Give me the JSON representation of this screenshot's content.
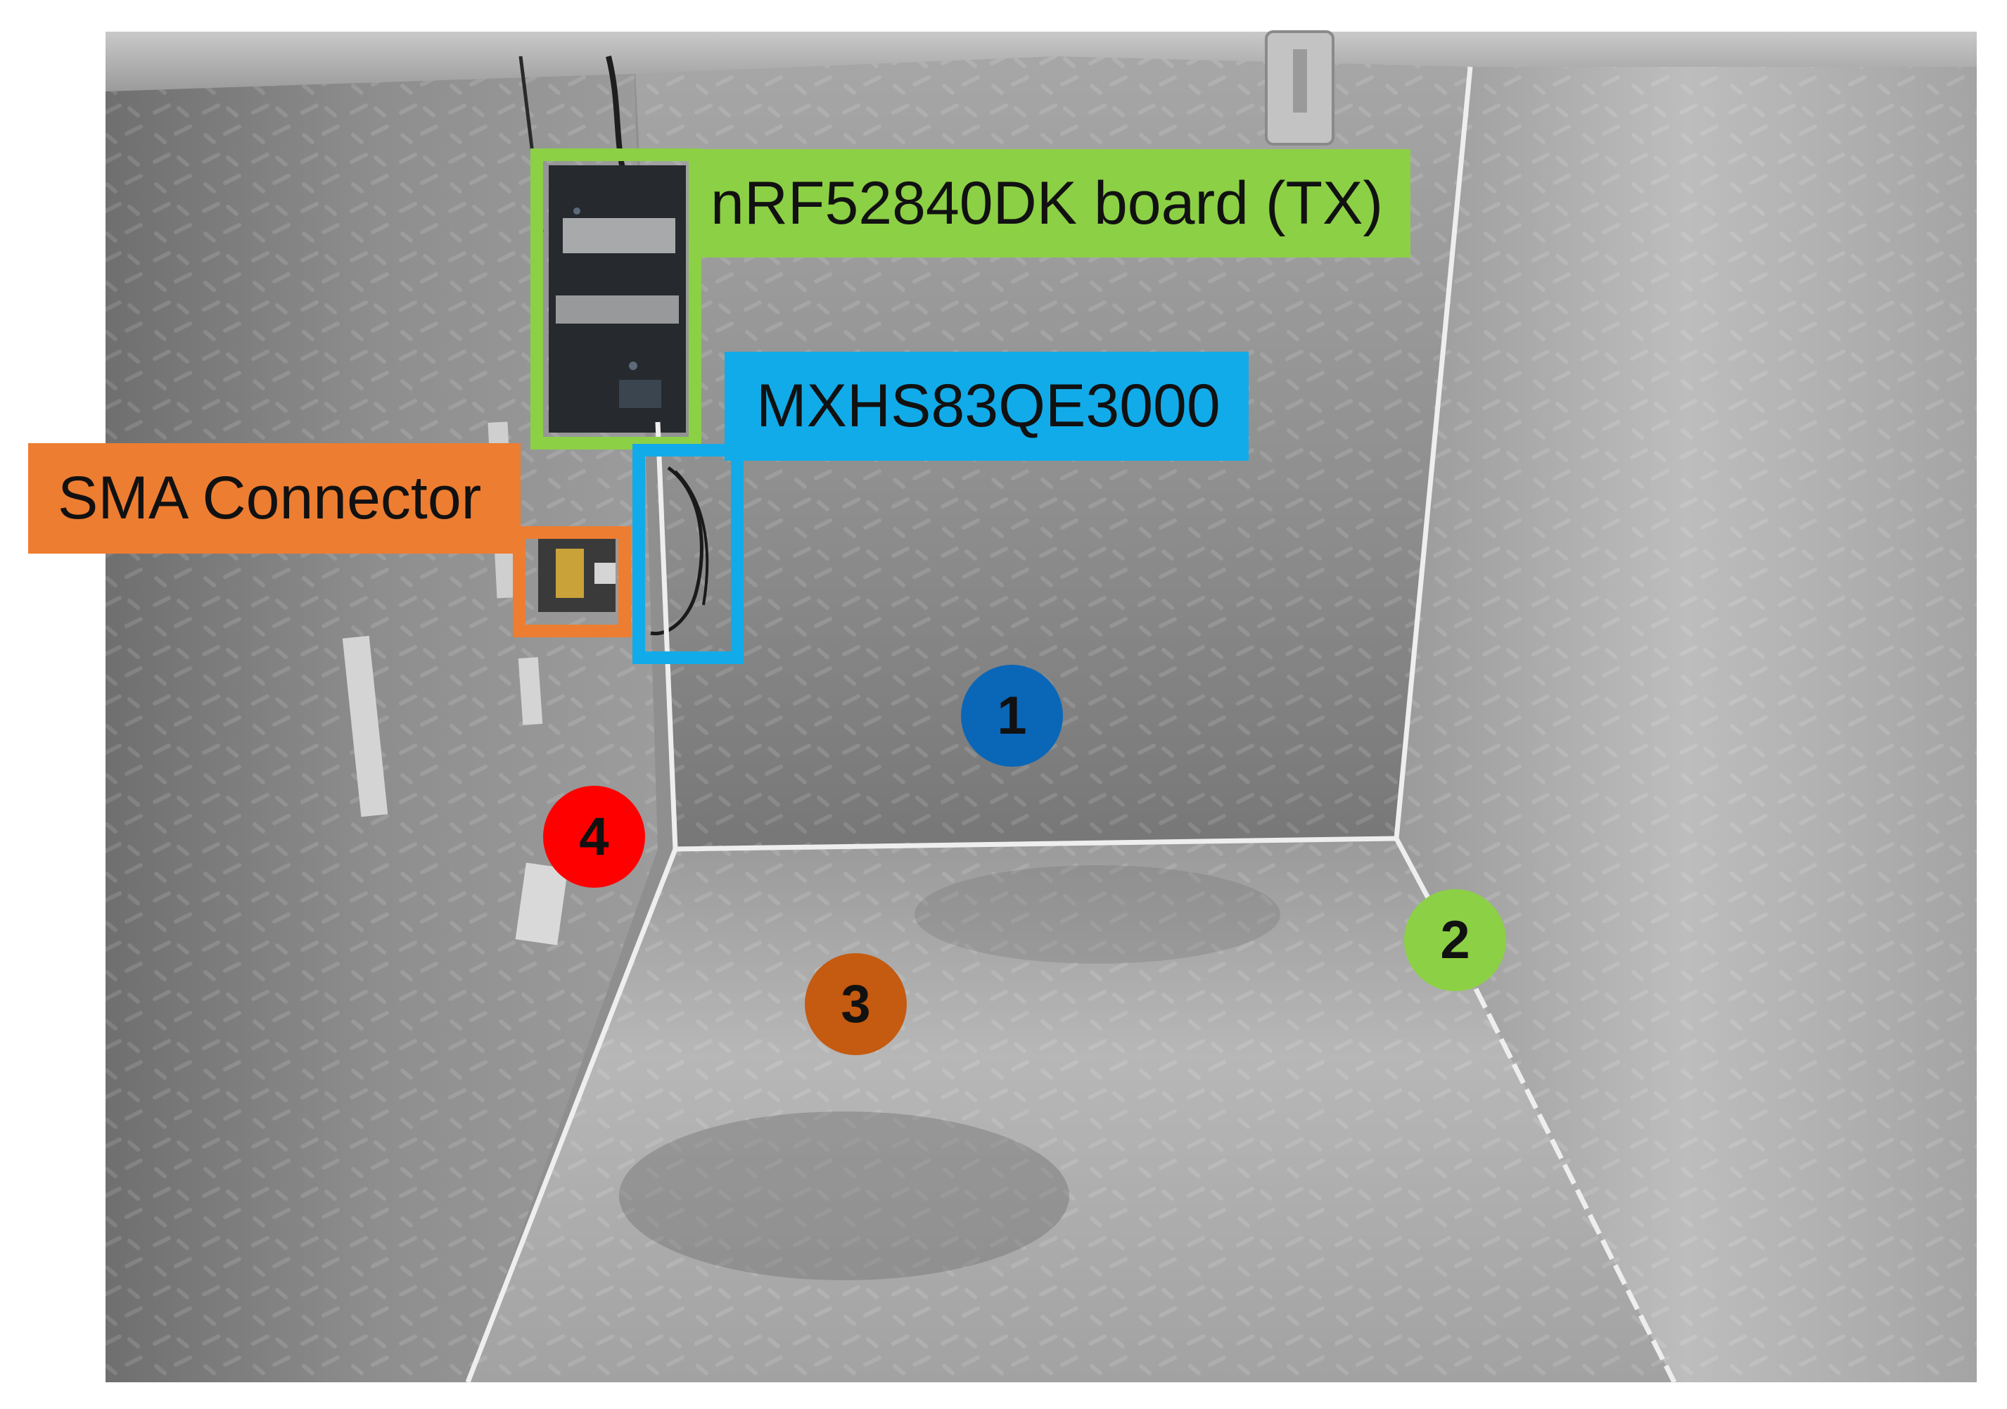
{
  "labels": {
    "tx_board": "nRF52840DK board (TX)",
    "antenna": "MXHS83QE3000",
    "connector": "SMA Connector"
  },
  "markers": [
    {
      "id": "1",
      "color": "#0a67b8"
    },
    {
      "id": "2",
      "color": "#8cd045"
    },
    {
      "id": "3",
      "color": "#c55a11"
    },
    {
      "id": "4",
      "color": "#ff0000"
    }
  ],
  "colors": {
    "tx_board_label": "#8cd045",
    "antenna_label": "#12abe9",
    "connector_label": "#ed7d31",
    "metal_light": "#b4b4b4",
    "metal_dark": "#7d7d7d",
    "edge_lines": "#eeeeee"
  }
}
